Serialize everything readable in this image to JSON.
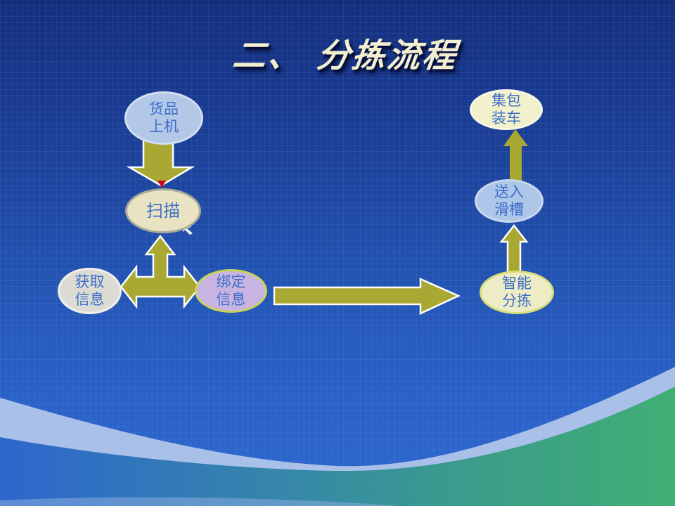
{
  "slide": {
    "title": "二、 分拣流程"
  },
  "nodes": {
    "goods_on_machine": {
      "label": "货品\n上机"
    },
    "scan": {
      "label": "扫描"
    },
    "get_info": {
      "label": "获取\n信息"
    },
    "bind_info": {
      "label": "绑定\n信息"
    },
    "smart_sort": {
      "label": "智能\n分拣"
    },
    "send_to_chute": {
      "label": "送入\n滑槽"
    },
    "pack_and_load": {
      "label": "集包\n装车"
    }
  },
  "edges": [
    {
      "from": "货品上机",
      "to": "扫描",
      "shape": "block-arrow-down"
    },
    {
      "from": "扫描",
      "to": "获取信息 / 绑定信息",
      "shape": "three-way-arrow-up-left-right"
    },
    {
      "from": "绑定信息",
      "to": "智能分拣",
      "shape": "block-arrow-right"
    },
    {
      "from": "智能分拣",
      "to": "送入滑槽",
      "shape": "block-arrow-up"
    },
    {
      "from": "送入滑槽",
      "to": "集包装车",
      "shape": "block-arrow-up"
    }
  ],
  "colors": {
    "background_top": "#142e7c",
    "background_bottom": "#2e68ce",
    "title_text": "#f3efcf",
    "arrow_fill": "#a8a832",
    "arrow_outline": "#ffffff",
    "node_text": "#3e6ec9",
    "wave_band": "#a9c0e8",
    "wave_green_right": "#41ae74",
    "wave_teal_mid": "#3a9c8c",
    "red_marker": "#cc0022"
  }
}
